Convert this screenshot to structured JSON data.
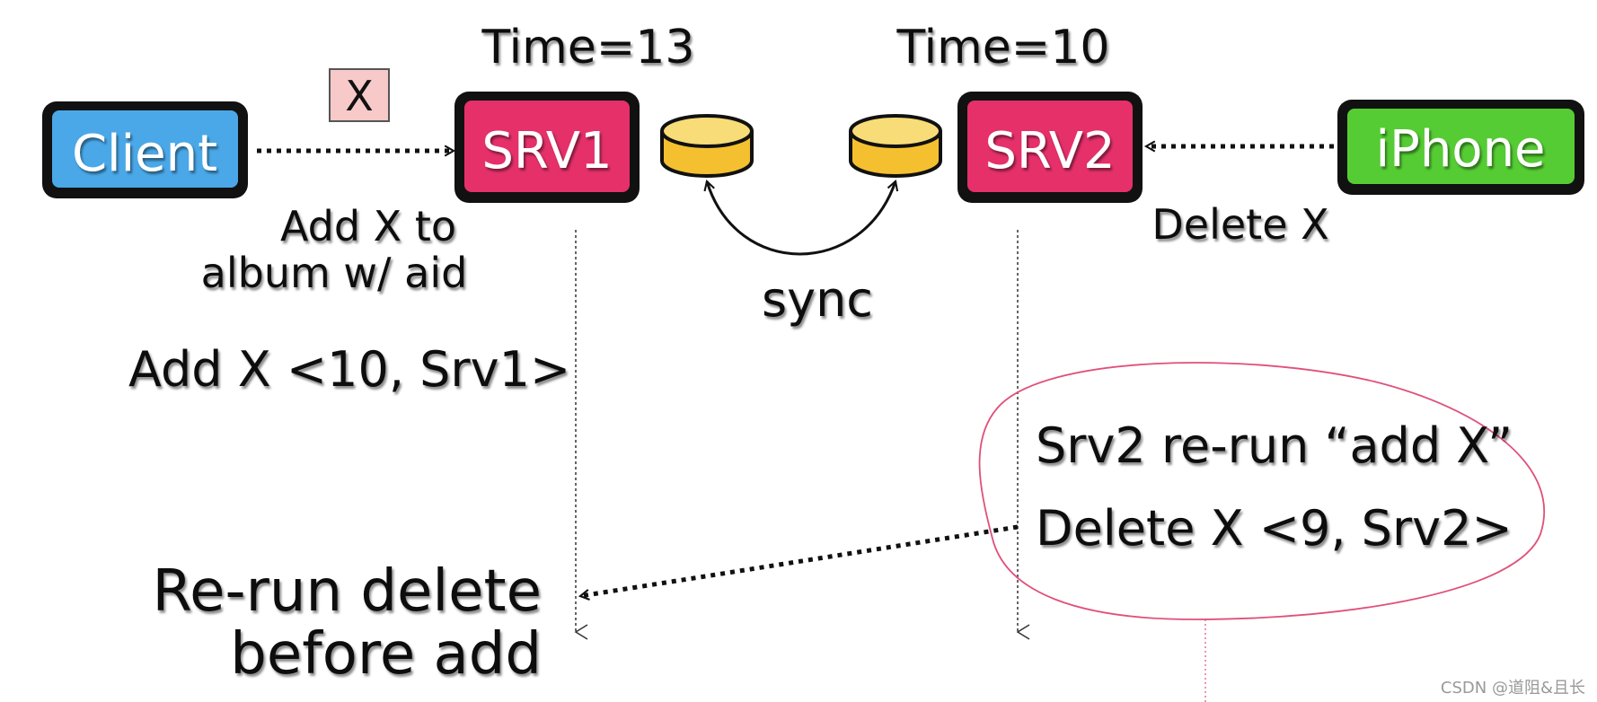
{
  "nodes": {
    "client": {
      "label": "Client",
      "color": "#4aa8e8"
    },
    "srv1": {
      "label": "SRV1",
      "color": "#e5306a",
      "time": "Time=13"
    },
    "srv2": {
      "label": "SRV2",
      "color": "#e5306a",
      "time": "Time=10"
    },
    "iphone": {
      "label": "iPhone",
      "color": "#55cc33"
    }
  },
  "object_tag": {
    "label": "X",
    "color": "#f7c9c9"
  },
  "database_color": "#f5c030",
  "labels": {
    "client_action_line1": "Add X to",
    "client_action_line2": "album w/ aid",
    "iphone_action": "Delete X",
    "sync": "sync",
    "srv1_op": "Add X <10, Srv1>",
    "srv2_rerun": "Srv2 re-run “add X”",
    "srv2_op": "Delete X <9, Srv2>",
    "rerun_line1": "Re-run delete",
    "rerun_line2": "before add"
  },
  "watermark": "CSDN @道阻&且长",
  "highlight_color": "#e0507a"
}
